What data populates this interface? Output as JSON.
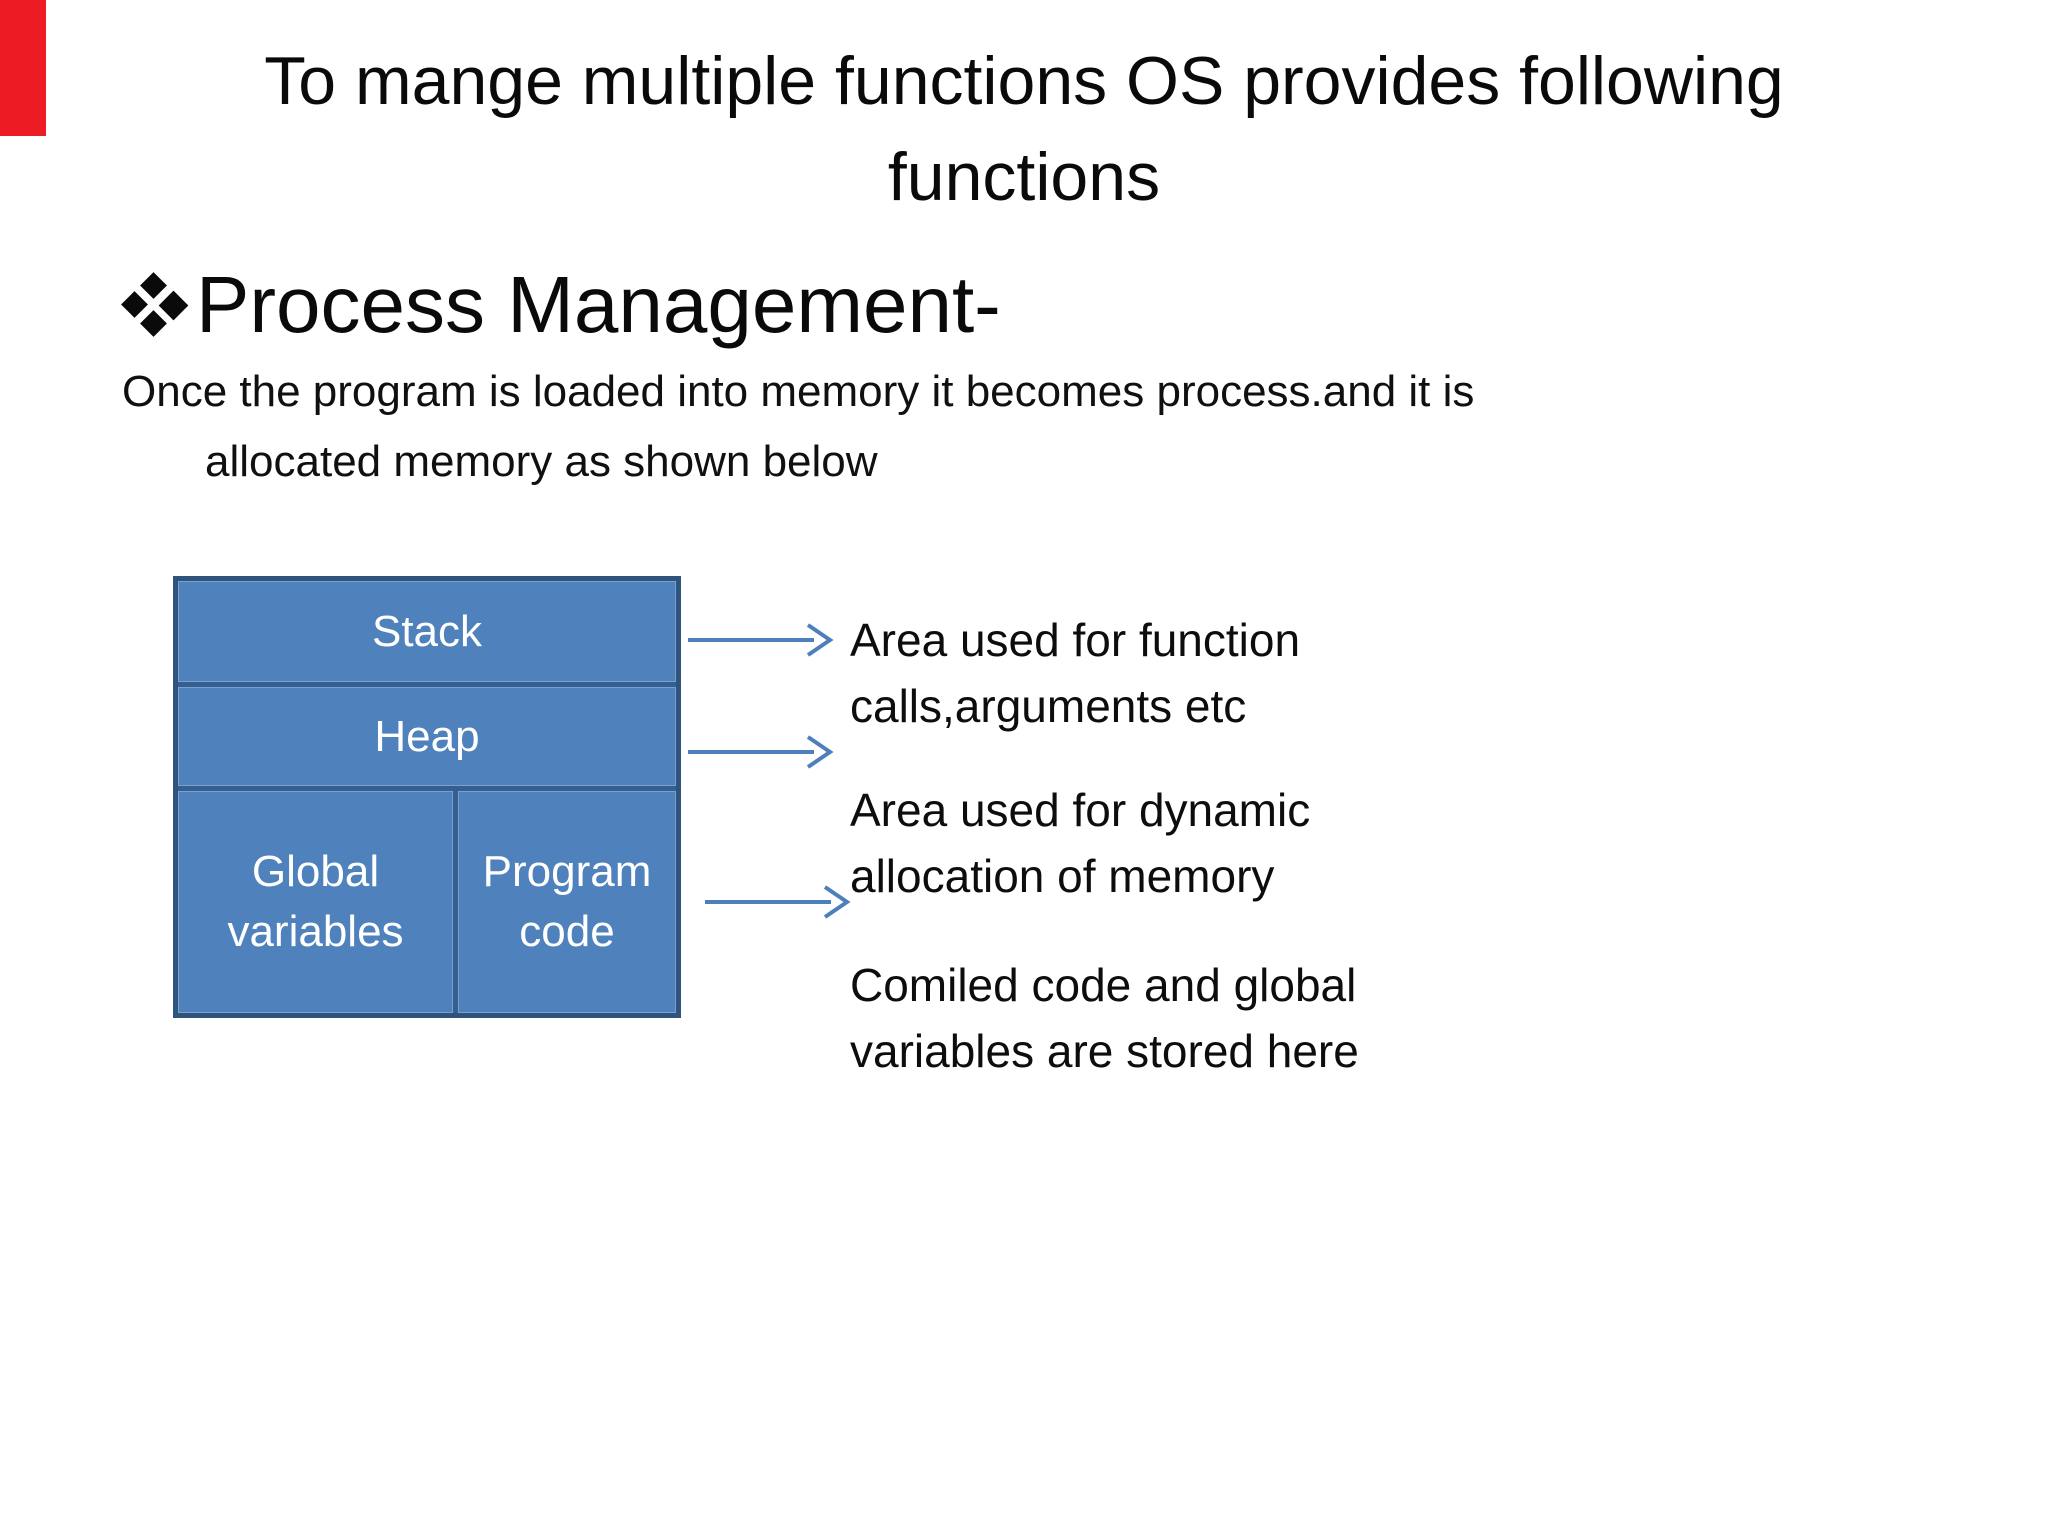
{
  "slide": {
    "title_line1": "To mange multiple functions OS provides following",
    "title_line2": "functions",
    "heading": {
      "bullet_icon": "diamond-cluster-bullet",
      "text": "Process Management-"
    },
    "body_line1": "Once the program is loaded into memory it becomes process.and it is",
    "body_line2": "allocated memory as shown below"
  },
  "diagram": {
    "cells": {
      "stack": "Stack",
      "heap": "Heap",
      "global": "Global variables",
      "code": "Program code"
    },
    "fill_color": "#4f81bd",
    "border_color": "#365f91",
    "label_color": "#ffffff",
    "arrow_color": "#4d80bb"
  },
  "annotations": [
    {
      "line1": "Area used for function",
      "line2": "calls,arguments etc"
    },
    {
      "line1": "Area used for dynamic",
      "line2": "allocation of memory"
    },
    {
      "line1": "Comiled code and global",
      "line2": "variables are stored here"
    }
  ],
  "marker_color": "#ed1c24"
}
